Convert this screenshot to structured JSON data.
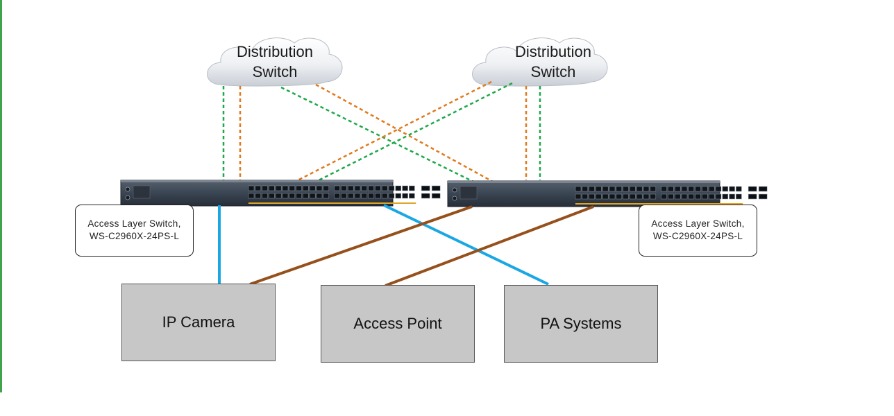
{
  "diagram": {
    "distribution_switches": [
      {
        "label": "Distribution\nSwitch"
      },
      {
        "label": "Distribution\nSwitch"
      }
    ],
    "access_switches": [
      {
        "label": "Access Layer Switch,\nWS-C2960X-24PS-L"
      },
      {
        "label": "Access Layer Switch,\nWS-C2960X-24PS-L"
      }
    ],
    "devices": [
      {
        "label": "IP Camera"
      },
      {
        "label": "Access Point"
      },
      {
        "label": "PA Systems"
      }
    ],
    "colors": {
      "uplink_green": "#1ea84a",
      "uplink_orange": "#e07a1f",
      "access_blue": "#1aa7e3",
      "access_brown": "#96501c",
      "device_fill": "#c7c7c7",
      "switch_body": "#3a4553"
    }
  }
}
